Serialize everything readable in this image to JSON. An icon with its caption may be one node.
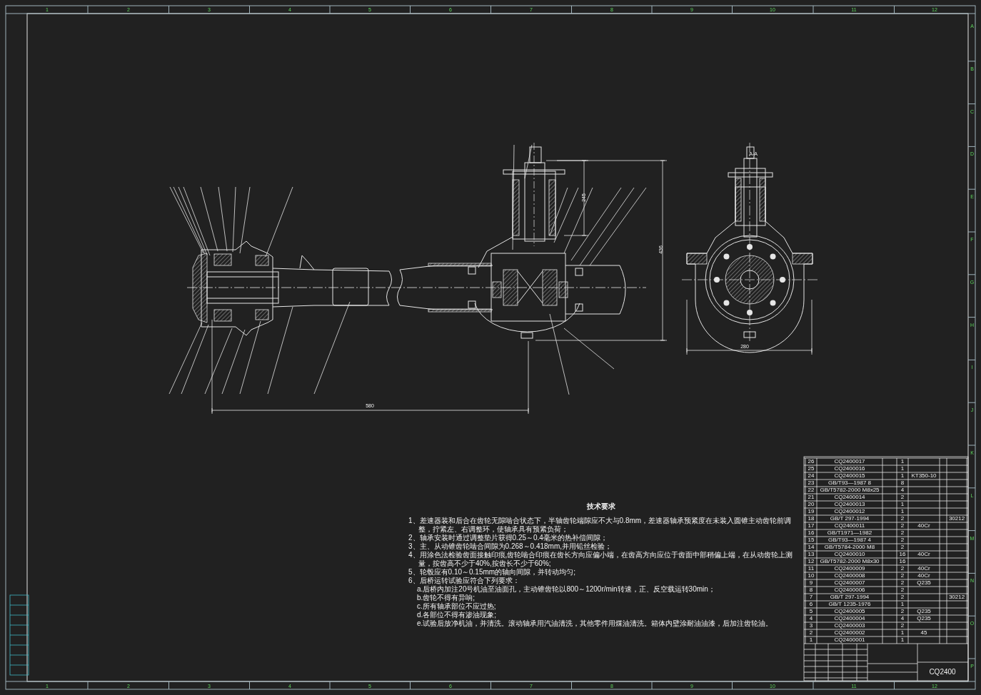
{
  "diagram": {
    "labels": [
      "1",
      "2",
      "3",
      "4",
      "5",
      "6",
      "7",
      "8",
      "9",
      "10",
      "11",
      "12",
      "A",
      "B",
      "C",
      "D",
      "E",
      "F",
      "G",
      "H",
      "I",
      "J",
      "K",
      "L",
      "M",
      "N",
      "O",
      "P",
      "A-A",
      "245",
      "436",
      "580",
      "280",
      "技术要求",
      "1、差速器装和后合在齿轮无隙啮合状态下，半轴齿轮端隙应不大与0.8mm，差速器轴承预紧度在未装入圆锥主动齿轮前调整，拧紧左、右调整环，使轴承具有预紧负荷；",
      "2、轴承安装时通过调整垫片获得0.25～0.4毫米的热补偿间隙；",
      "3、主、从动锥齿轮啮合间隙为0.268～0.418mm,并用铅丝检验；",
      "4、用涂色法检验齿面接触印痕,齿轮啮合印痕在齿长方向应偏小端，在齿高方向应位于齿面中部稍偏上端，在从动齿轮上测量，按齿高不少于40%,按齿长不少于60%;",
      "5、轮毂应有0.10～0.15mm的轴向间隙，并转动均匀;",
      "6、后桥运转试验应符合下列要求：",
      "a.后桥内加注20号机油至油面孔，主动锥齿轮以800～1200r/min转速，正、反空载运转30min；",
      "b.齿轮不得有异响;",
      "c.所有轴承部位不应过热;",
      "d.各部位不得有渗油现象;",
      "e.试验后放净机油，并清洗。滚动轴承用汽油清洗，其他零件用煤油清洗。箱体内壁涂耐油油漆，后加注齿轮油。",
      "26",
      "CQ2400017",
      "1",
      "25",
      "CQ2400016",
      "1",
      "24",
      "CQ2400015",
      "1",
      "KT350-10",
      "23",
      "GB/T93—1987 8",
      "8",
      "22",
      "GB/T5782-2000 M8x25",
      "4",
      "21",
      "CQ2400014",
      "2",
      "20",
      "CQ2400013",
      "1",
      "19",
      "CQ2400012",
      "1",
      "18",
      "GB/T 297-1994",
      "2",
      "30212",
      "17",
      "CQ2400011",
      "2",
      "40Cr",
      "16",
      "GB/T1971—1982",
      "2",
      "15",
      "GB/T93—1987 4",
      "2",
      "14",
      "GB/T5784-2000 M8",
      "2",
      "13",
      "CQ2400010",
      "16",
      "40Cr",
      "12",
      "GB/T5782-2000 M8x30",
      "16",
      "11",
      "CQ2400009",
      "2",
      "40Cr",
      "10",
      "CQ2400008",
      "2",
      "40Cr",
      "9",
      "CQ2400007",
      "2",
      "Q235",
      "8",
      "CQ2400006",
      "2",
      "7",
      "GB/T 297-1994",
      "2",
      "30212",
      "6",
      "GB/T 1235-1976",
      "1",
      "5",
      "CQ2400005",
      "2",
      "Q235",
      "4",
      "CQ2400004",
      "4",
      "Q235",
      "3",
      "CQ2400003",
      "2",
      "2",
      "CQ2400002",
      "1",
      "45",
      "1",
      "CQ2400001",
      "1",
      "CQ2400",
      "1",
      "2",
      "3",
      "4",
      "5",
      "6",
      "7",
      "8",
      "9",
      "10",
      "11",
      "12"
    ]
  }
}
